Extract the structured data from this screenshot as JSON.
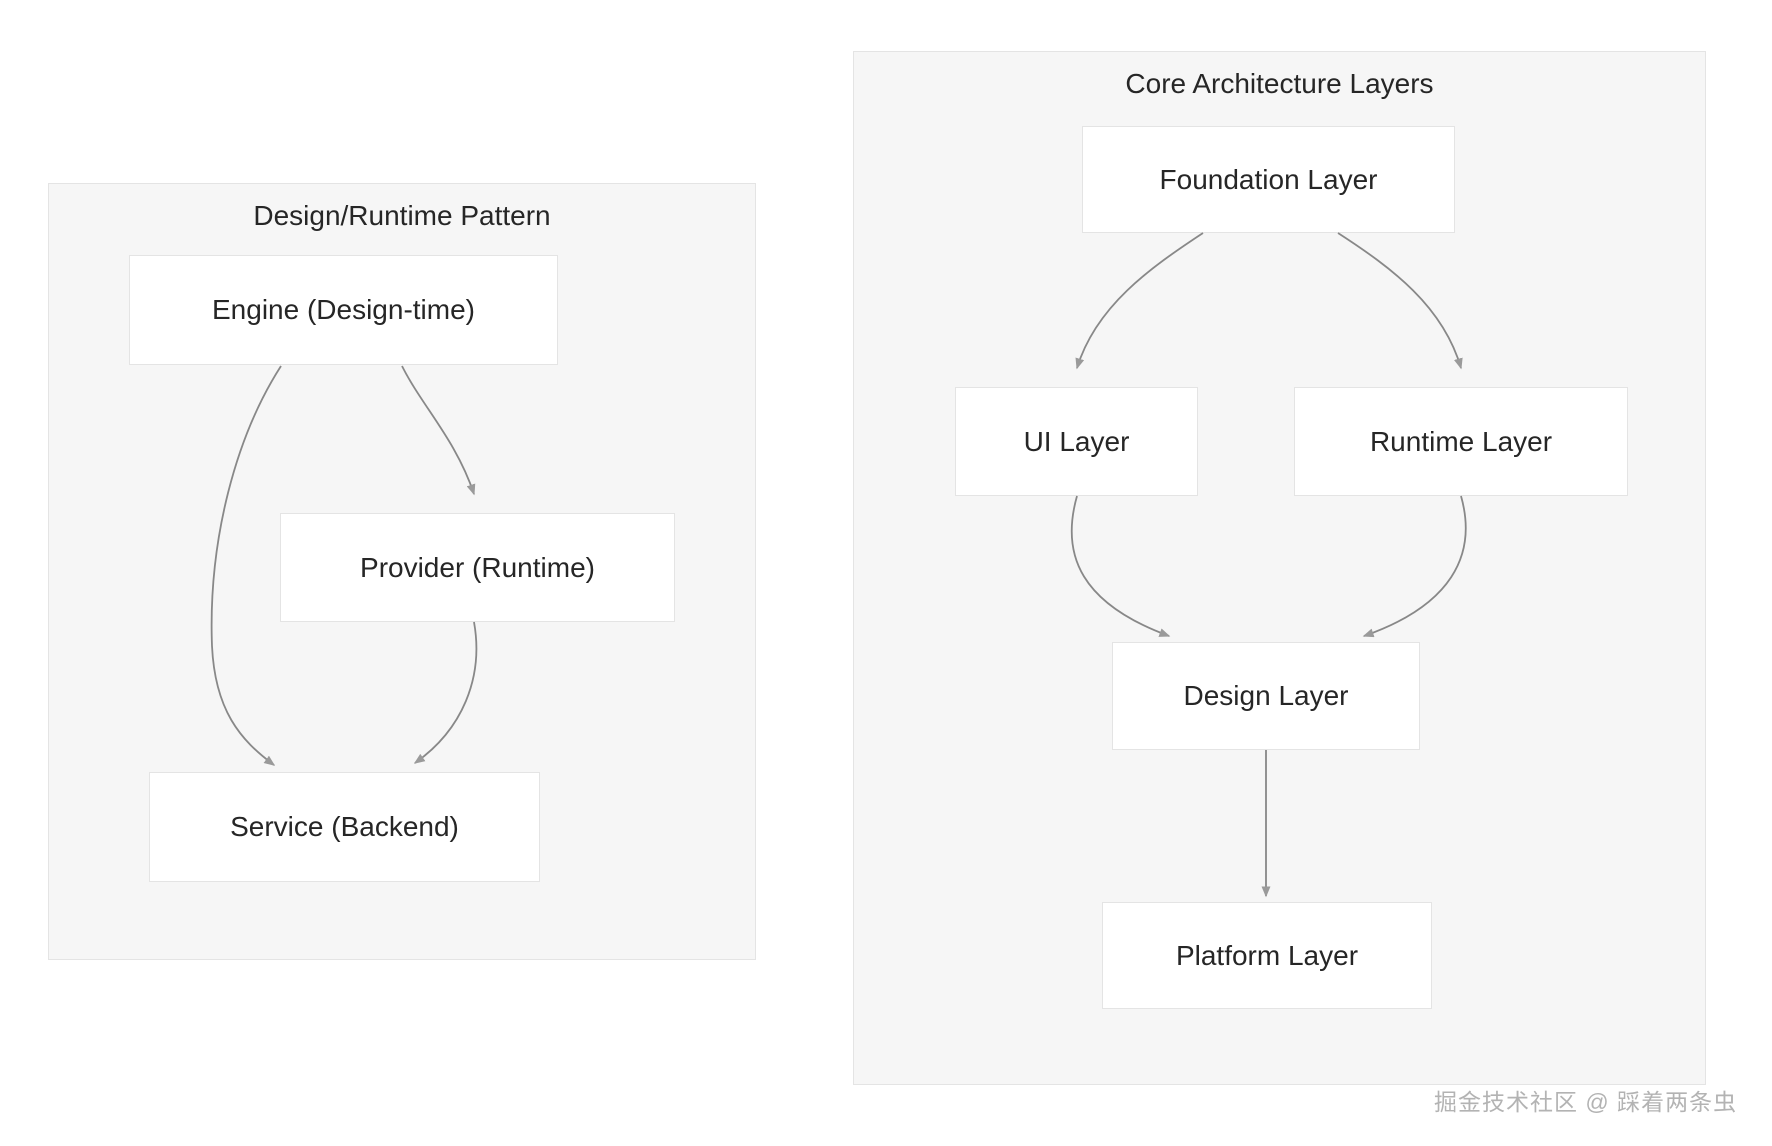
{
  "diagram": {
    "type": "flowchart",
    "background_color": "#ffffff",
    "node_fill": "#ffffff",
    "node_border": "#e4e4e4",
    "subgraph_fill": "#f6f6f6",
    "subgraph_border": "#e4e4e4",
    "edge_color": "#888888",
    "text_color": "#262626",
    "subgraphs": [
      {
        "id": "design-runtime-pattern",
        "title": "Design/Runtime Pattern",
        "nodes": [
          {
            "id": "engine",
            "label": "Engine (Design-time)"
          },
          {
            "id": "provider",
            "label": "Provider (Runtime)"
          },
          {
            "id": "service",
            "label": "Service (Backend)"
          }
        ],
        "edges": [
          {
            "from": "engine",
            "to": "provider",
            "style": "curved",
            "arrow": "triangle"
          },
          {
            "from": "engine",
            "to": "service",
            "style": "curved",
            "arrow": "triangle"
          },
          {
            "from": "provider",
            "to": "service",
            "style": "curved",
            "arrow": "triangle"
          }
        ]
      },
      {
        "id": "core-architecture-layers",
        "title": "Core Architecture Layers",
        "nodes": [
          {
            "id": "foundation",
            "label": "Foundation Layer"
          },
          {
            "id": "ui",
            "label": "UI Layer"
          },
          {
            "id": "runtime",
            "label": "Runtime Layer"
          },
          {
            "id": "design",
            "label": "Design Layer"
          },
          {
            "id": "platform",
            "label": "Platform Layer"
          }
        ],
        "edges": [
          {
            "from": "foundation",
            "to": "ui",
            "style": "curved",
            "arrow": "triangle"
          },
          {
            "from": "foundation",
            "to": "runtime",
            "style": "curved",
            "arrow": "triangle"
          },
          {
            "from": "ui",
            "to": "design",
            "style": "curved",
            "arrow": "triangle"
          },
          {
            "from": "runtime",
            "to": "design",
            "style": "curved",
            "arrow": "triangle"
          },
          {
            "from": "design",
            "to": "platform",
            "style": "straight",
            "arrow": "triangle"
          }
        ]
      }
    ]
  },
  "watermark": {
    "text": "掘金技术社区 @ 踩着两条虫"
  }
}
